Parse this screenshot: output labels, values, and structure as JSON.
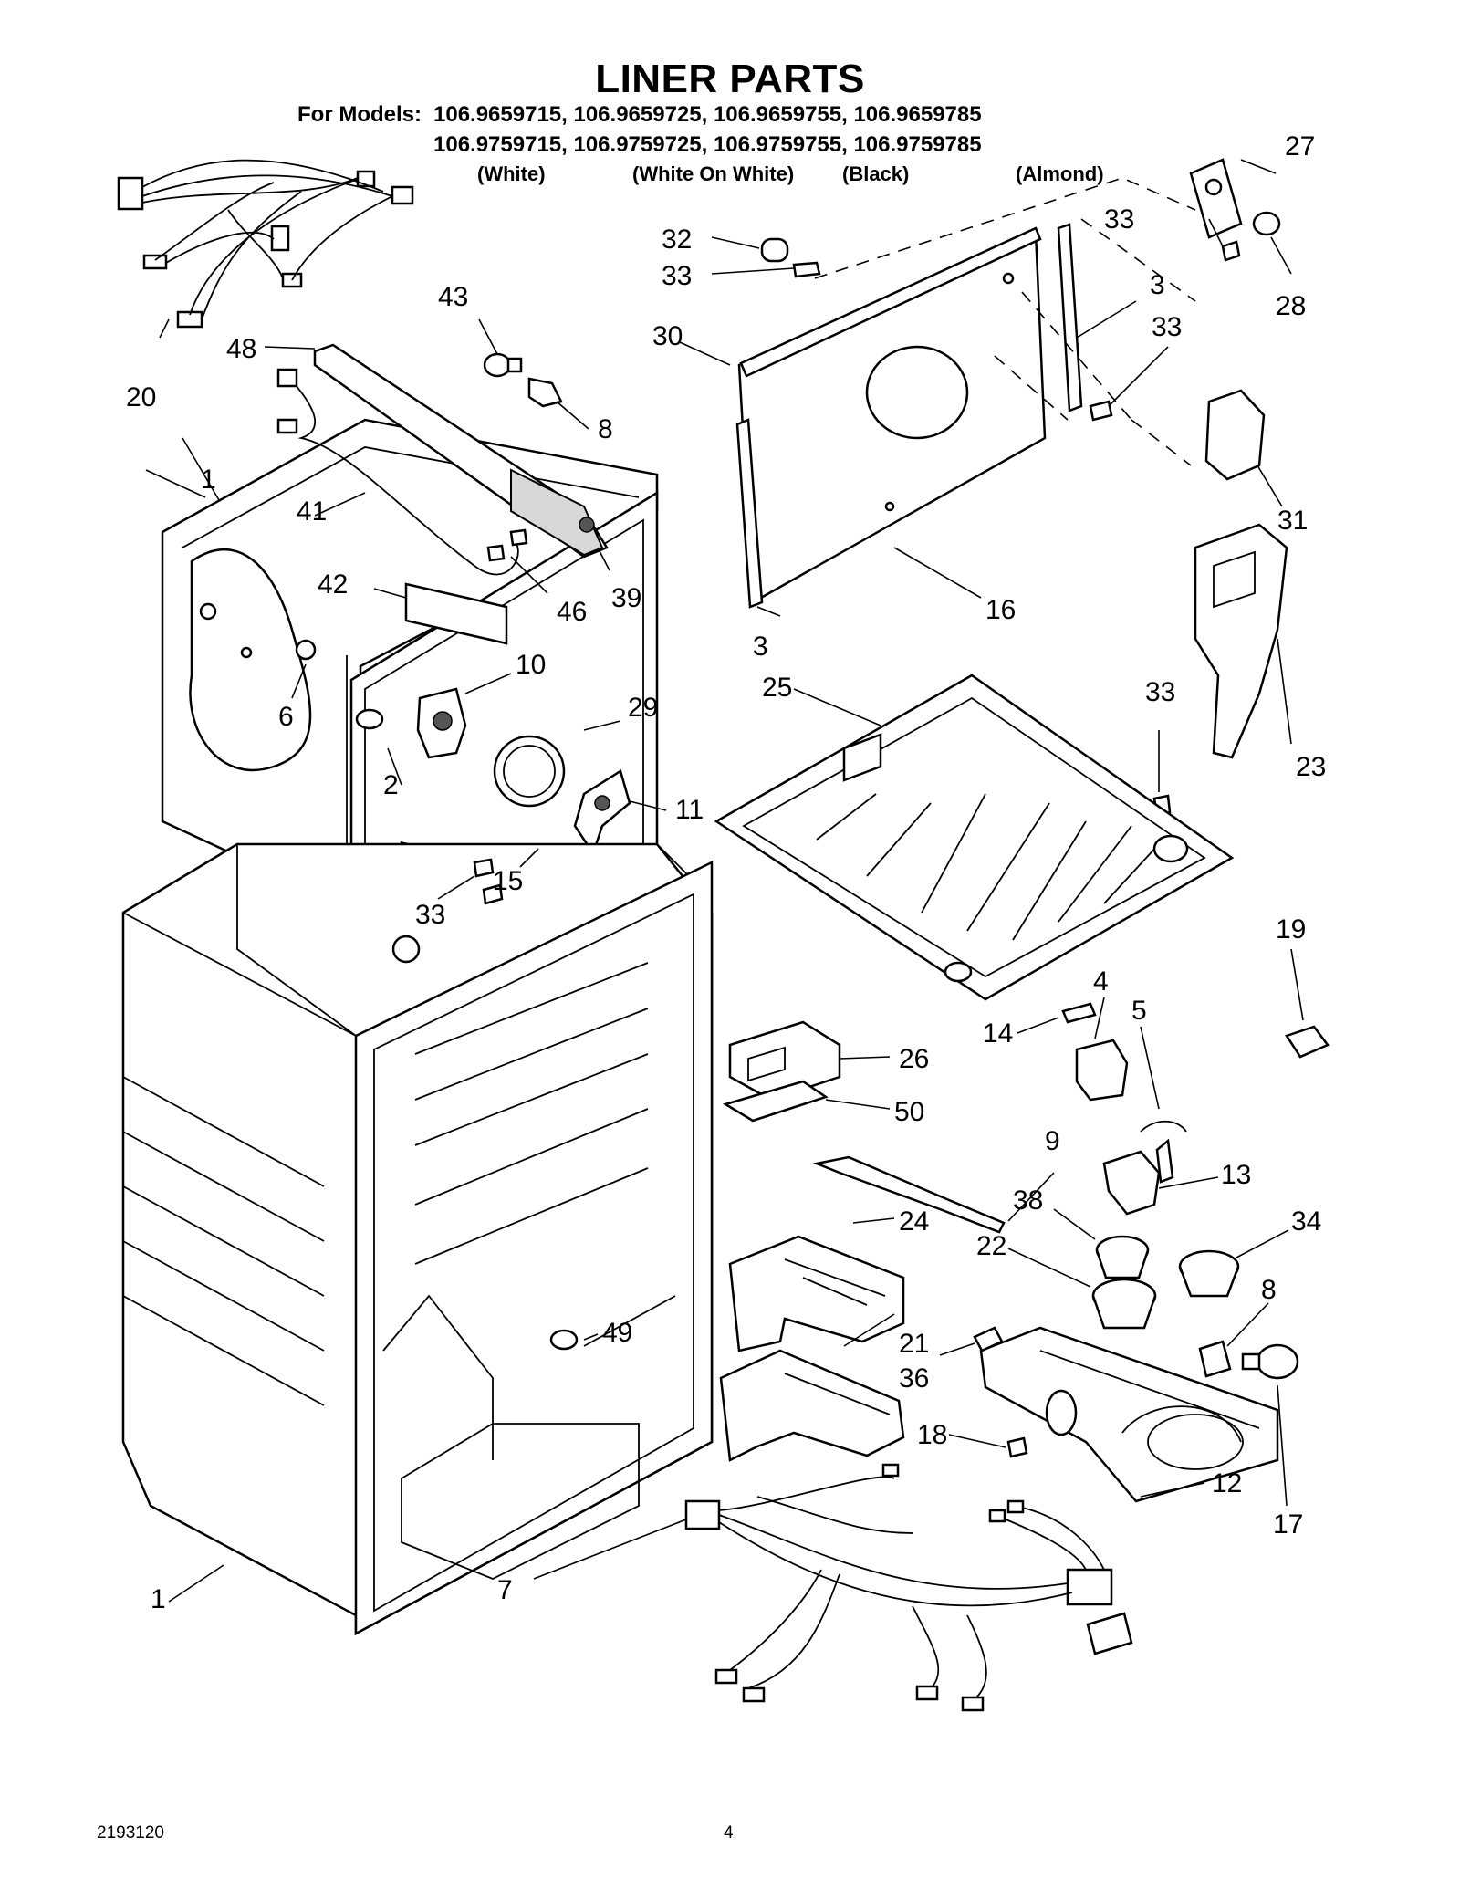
{
  "header": {
    "title": "LINER PARTS",
    "models_label": "For Models:",
    "models_row1": "106.9659715, 106.9659725, 106.9659755, 106.9659785",
    "models_row2": "106.9759715, 106.9759725, 106.9759755, 106.9759785",
    "colors": [
      "(White)",
      "(White On White)",
      "(Black)",
      "(Almond)"
    ]
  },
  "footer": {
    "doc_number": "2193120",
    "page_number": "4"
  },
  "callouts": {
    "c1a": "1",
    "c1b": "1",
    "c2": "2",
    "c3a": "3",
    "c3b": "3",
    "c4": "4",
    "c5": "5",
    "c6": "6",
    "c7": "7",
    "c8a": "8",
    "c8b": "8",
    "c9": "9",
    "c10": "10",
    "c11": "11",
    "c12": "12",
    "c13": "13",
    "c14": "14",
    "c15": "15",
    "c16": "16",
    "c17": "17",
    "c18": "18",
    "c19": "19",
    "c20": "20",
    "c21": "21",
    "c22": "22",
    "c23": "23",
    "c24": "24",
    "c25": "25",
    "c26": "26",
    "c27": "27",
    "c28": "28",
    "c29": "29",
    "c30": "30",
    "c31": "31",
    "c32": "32",
    "c33a": "33",
    "c33b": "33",
    "c33c": "33",
    "c33d": "33",
    "c33e": "33",
    "c34": "34",
    "c36": "36",
    "c38": "38",
    "c39": "39",
    "c41": "41",
    "c42": "42",
    "c43": "43",
    "c46": "46",
    "c48": "48",
    "c49": "49",
    "c50": "50"
  },
  "colors": {
    "line": "#000000",
    "background": "#ffffff",
    "shade": "#d8d8d8"
  }
}
